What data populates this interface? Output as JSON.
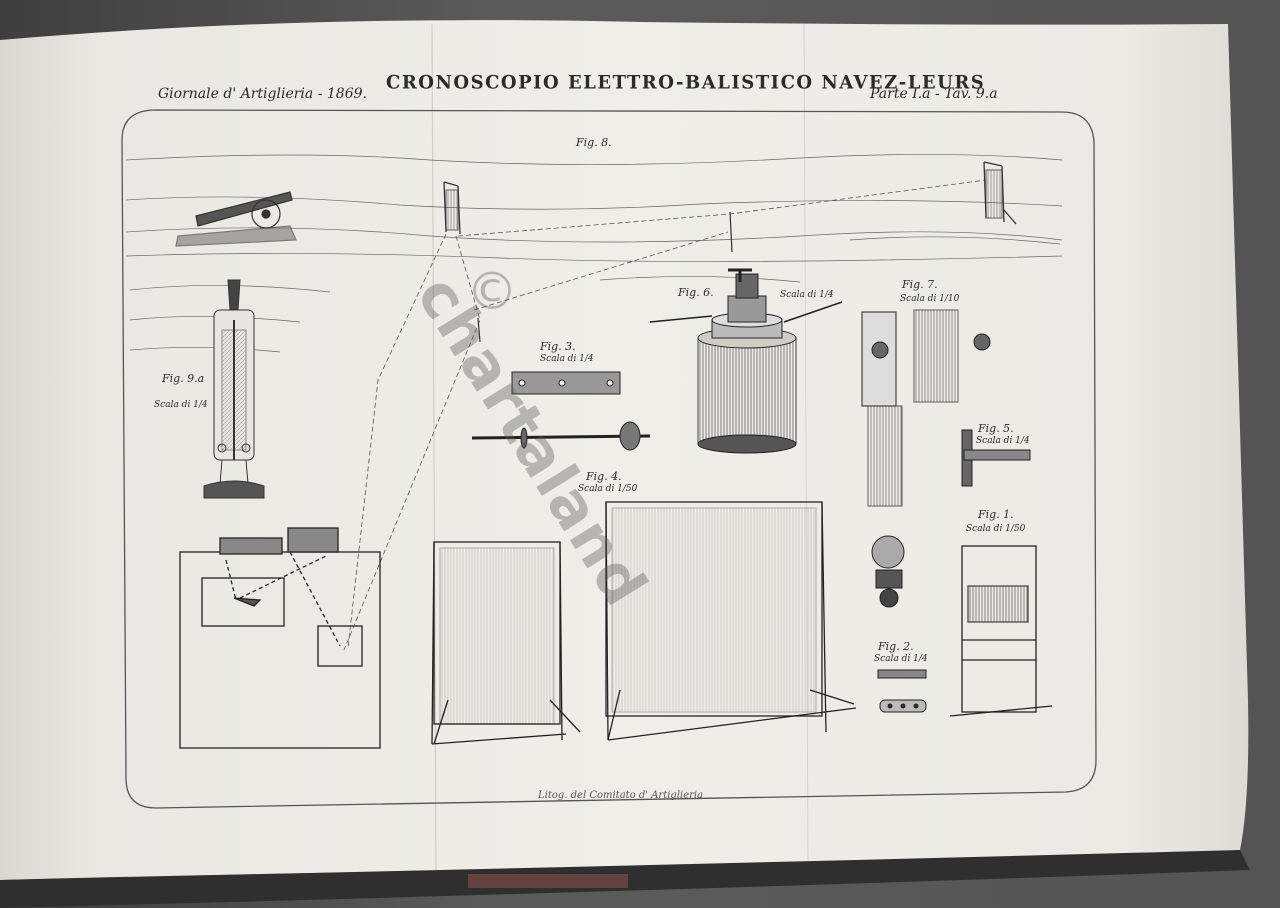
{
  "plate": {
    "title": "CRONOSCOPIO ELETTRO-BALISTICO NAVEZ-LEURS",
    "journal": "Giornale d' Artiglieria - 1869.",
    "part": "Parte I.a - Tav. 9.a",
    "lithographer": "Litog. del Comitato d' Artiglieria"
  },
  "figures": {
    "fig8": "Fig. 8.",
    "fig6": {
      "label": "Fig. 6.",
      "scale": "Scala di 1/4"
    },
    "fig7": {
      "label": "Fig. 7.",
      "scale": "Scala di 1/10"
    },
    "fig9": {
      "label": "Fig. 9.a",
      "scale": "Scala di 1/4"
    },
    "fig3": {
      "label": "Fig. 3.",
      "scale": "Scala di 1/4"
    },
    "fig5": {
      "label": "Fig. 5.",
      "scale": "Scala di 1/4"
    },
    "fig4": {
      "label": "Fig. 4.",
      "scale": "Scala di 1/50"
    },
    "fig1": {
      "label": "Fig. 1.",
      "scale": "Scala di 1/50"
    },
    "fig2": {
      "label": "Fig. 2.",
      "scale": "Scala di 1/4"
    }
  },
  "watermark": "chartaland",
  "colors": {
    "paper": "#ecebe6",
    "ink": "#2b2b2b",
    "background": "#4a4a4a"
  }
}
